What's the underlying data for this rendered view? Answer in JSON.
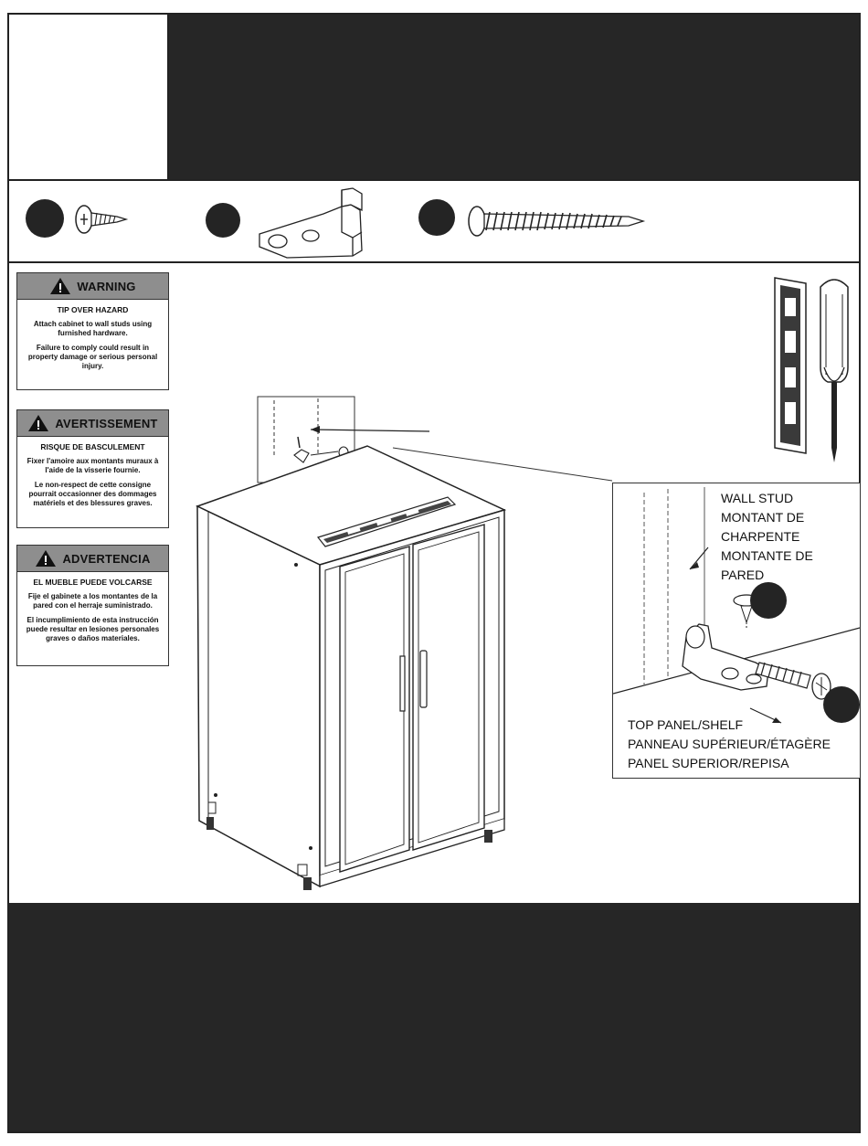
{
  "warnings": [
    {
      "title": "WARNING",
      "subtitle": "TIP OVER HAZARD",
      "para1": "Attach cabinet to wall studs using furnished hardware.",
      "para2": "Failure to comply could result in property damage or serious personal injury."
    },
    {
      "title": "AVERTISSEMENT",
      "subtitle": "RISQUE DE BASCULEMENT",
      "para1": "Fixer l'amoire aux montants muraux à l'aide de la visserie fournie.",
      "para2": "Le non-respect de cette consigne pourrait occasionner des dommages matériels et des blessures graves."
    },
    {
      "title": "ADVERTENCIA",
      "subtitle": "EL MUEBLE PUEDE VOLCARSE",
      "para1": "Fije el gabinete a los montantes de la pared con el herraje suministrado.",
      "para2": "El incumplimiento de esta instrucción puede resultar en lesiones personales graves o daños materiales."
    }
  ],
  "callouts": {
    "wall_stud": [
      "WALL STUD",
      "MONTANT DE",
      "CHARPENTE",
      "MONTANTE DE",
      "PARED"
    ],
    "top_panel": [
      "TOP PANEL/SHELF",
      "PANNEAU SUPÉRIEUR/ÉTAGÈRE",
      "PANEL SUPERIOR/REPISA"
    ]
  },
  "icons": {
    "parts": [
      "short-screw-icon",
      "l-bracket-icon",
      "long-screw-icon"
    ],
    "tools": [
      "level-icon",
      "screwdriver-icon"
    ],
    "warning_symbol": "warning-triangle-icon"
  },
  "colors": {
    "band": "#262626",
    "warning_header": "#8e8e8e"
  }
}
